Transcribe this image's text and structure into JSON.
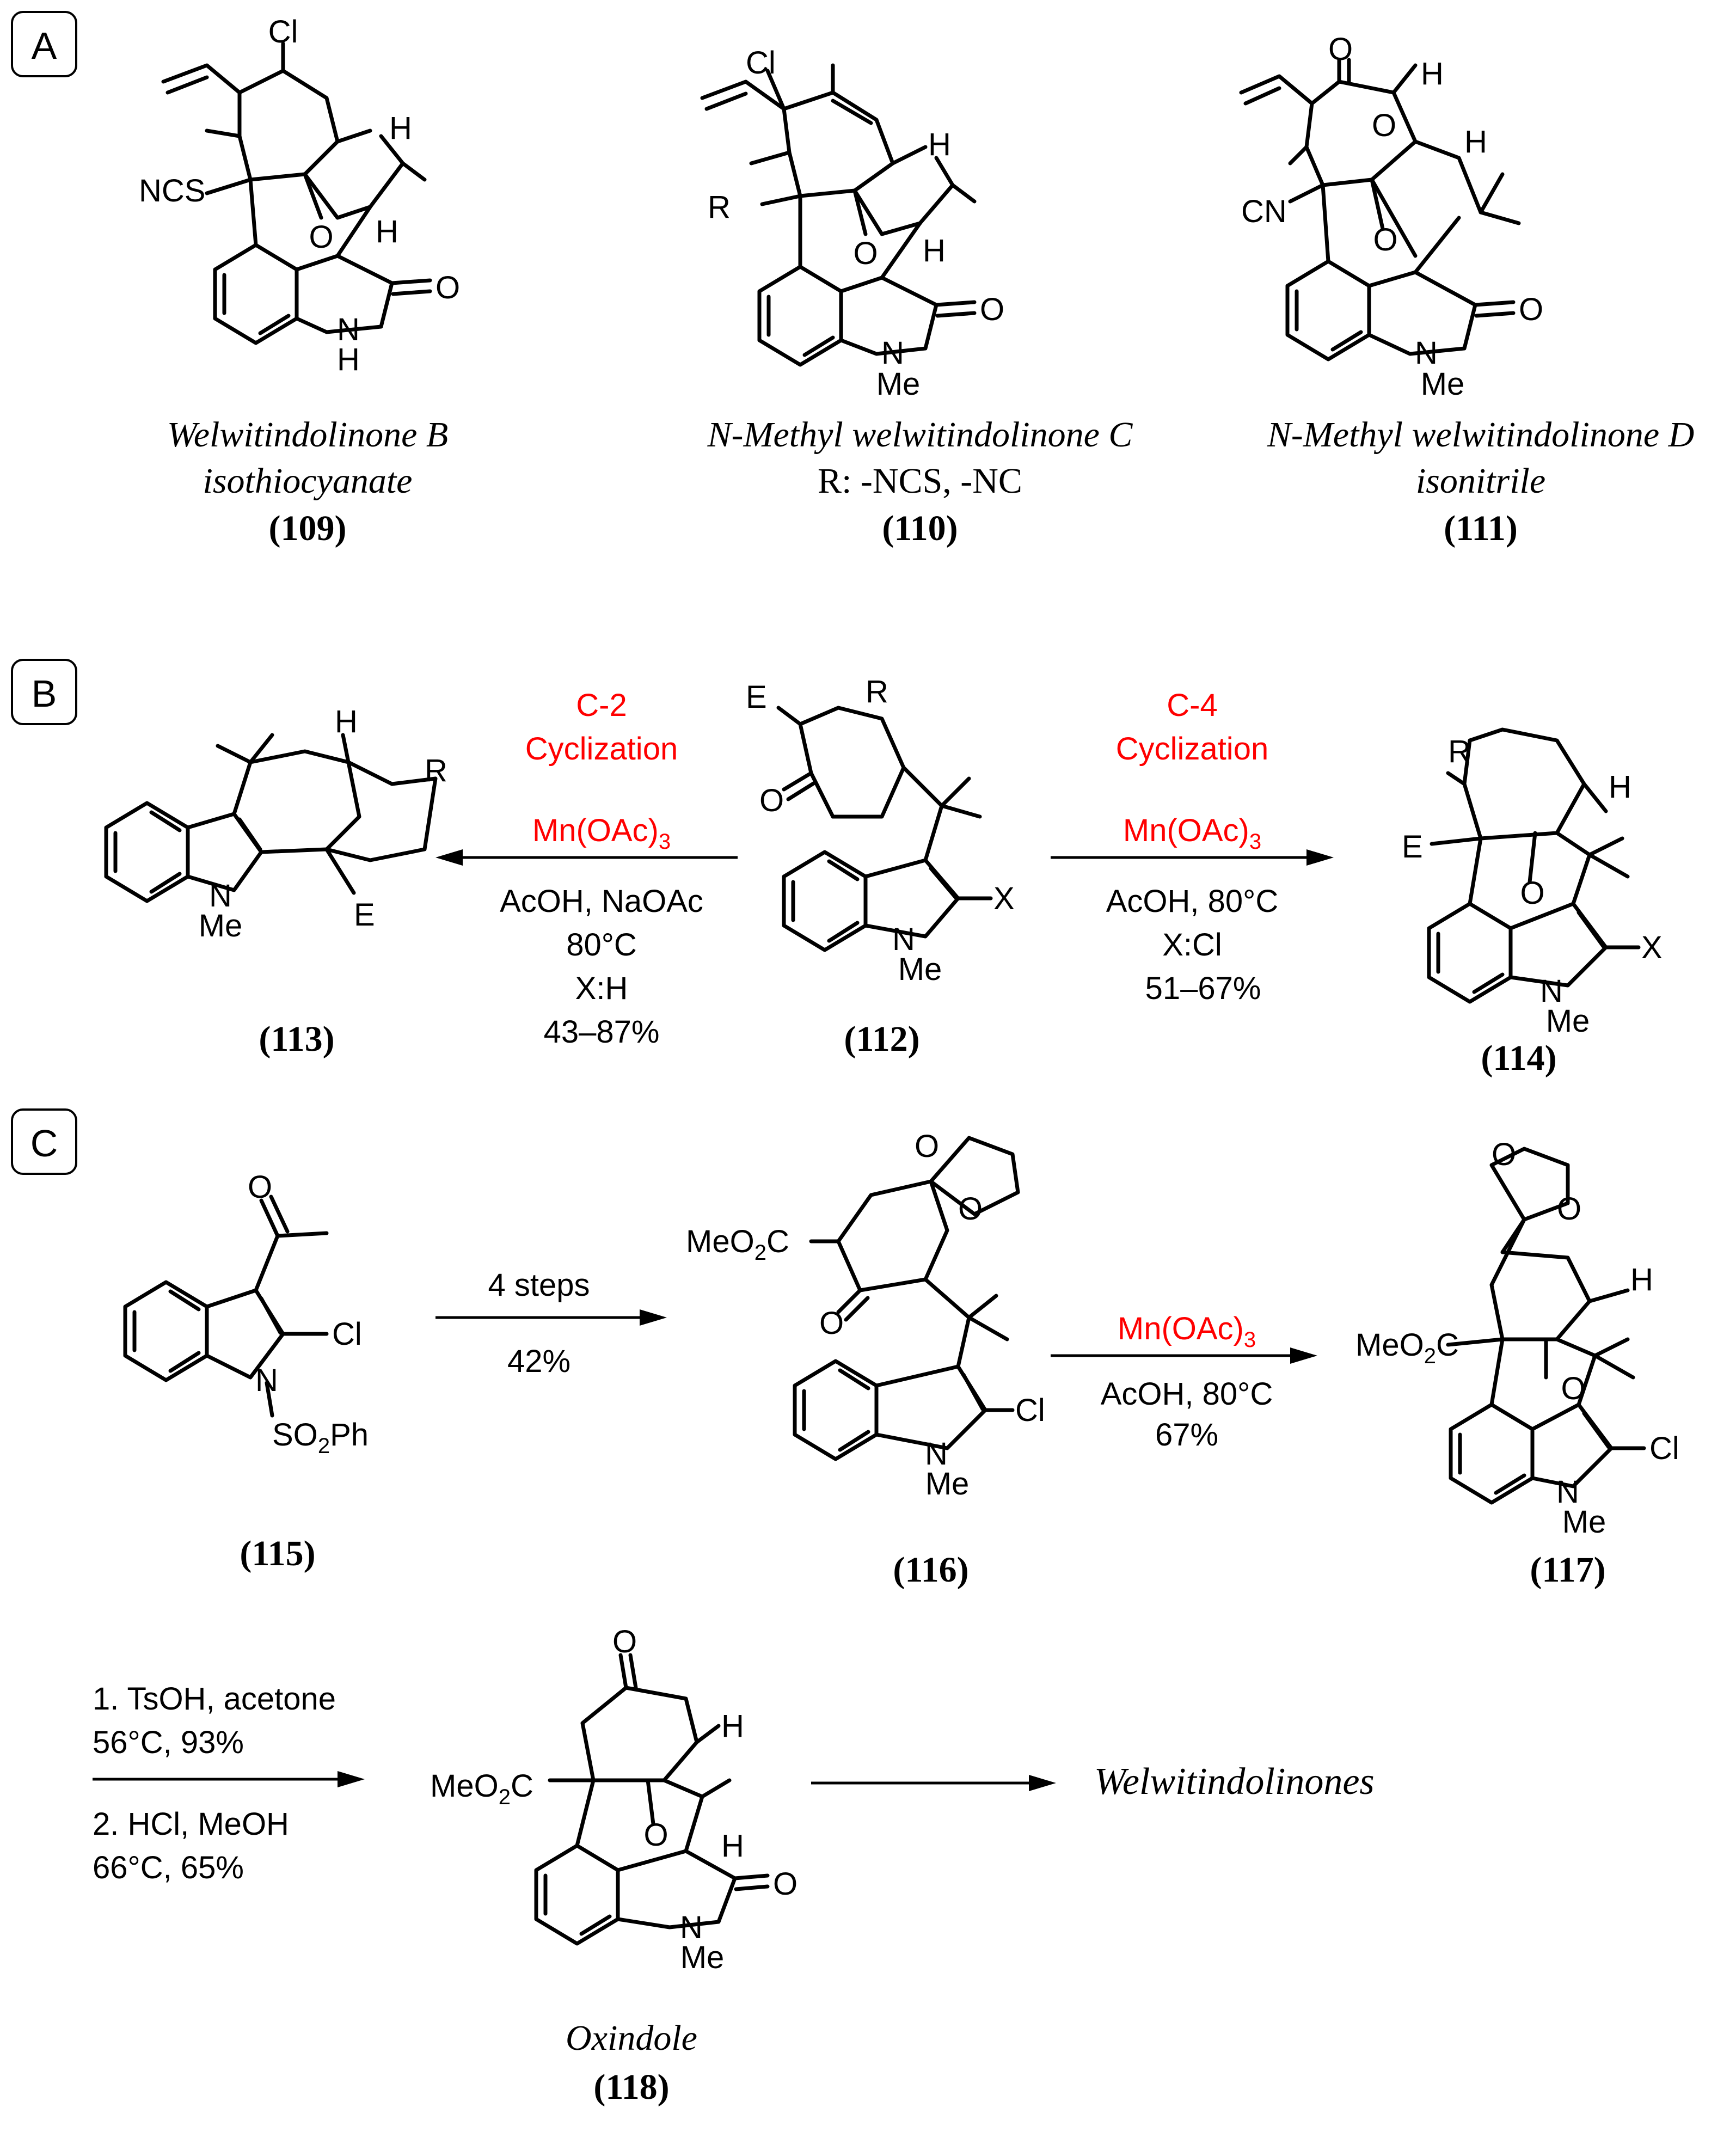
{
  "colors": {
    "red": "#ff0000",
    "black": "#000000"
  },
  "panels": [
    {
      "id": "A",
      "label": "A"
    },
    {
      "id": "B",
      "label": "B"
    },
    {
      "id": "C",
      "label": "C"
    }
  ],
  "compounds": {
    "c109": {
      "name_line1": "Welwitindolinone B",
      "name_line2": "isothiocyanate",
      "number": "109"
    },
    "c110": {
      "name_line1": "N-Methyl welwitindolinone C",
      "name_line2": "R: -NCS, -NC",
      "number": "110"
    },
    "c111": {
      "name_line1": "N-Methyl welwitindolinone D",
      "name_line2": "isonitrile",
      "number": "111"
    },
    "c112": {
      "number": "112"
    },
    "c113": {
      "number": "113"
    },
    "c114": {
      "number": "114"
    },
    "c115": {
      "number": "115"
    },
    "c116": {
      "number": "116"
    },
    "c117": {
      "number": "117"
    },
    "c118": {
      "name_line1": "Oxindole",
      "number": "118"
    }
  },
  "atoms": {
    "Cl": "Cl",
    "H": "H",
    "NCS": "NCS",
    "O": "O",
    "N": "N",
    "Me": "Me",
    "R": "R",
    "CN": "CN",
    "E": "E",
    "X": "X",
    "SO2Ph_a": "SO",
    "SO2Ph_sub": "2",
    "SO2Ph_b": "Ph",
    "MeO2C_a": "MeO",
    "MeO2C_sub": "2",
    "MeO2C_b": "C"
  },
  "reactions": {
    "b_left": {
      "title_line1": "C-2",
      "title_line2": "Cyclization",
      "reagent_a": "Mn(OAc)",
      "reagent_sub": "3",
      "cond1": "AcOH, NaOAc",
      "cond2": "80°C",
      "cond3": "X:H",
      "cond4": "43–87%"
    },
    "b_right": {
      "title_line1": "C-4",
      "title_line2": "Cyclization",
      "reagent_a": "Mn(OAc)",
      "reagent_sub": "3",
      "cond1": "AcOH, 80°C",
      "cond2": "X:Cl",
      "cond3": "51–67%"
    },
    "c_step1": {
      "above": "4 steps",
      "below": "42%"
    },
    "c_step2": {
      "reagent_a": "Mn(OAc)",
      "reagent_sub": "3",
      "cond1": "AcOH, 80°C",
      "cond2": "67%"
    },
    "c_step3": {
      "line1": "1. TsOH, acetone",
      "line2": "56°C, 93%",
      "line3": "2. HCl, MeOH",
      "line4": "66°C, 65%"
    },
    "c_final": {
      "product": "Welwitindolinones"
    }
  }
}
